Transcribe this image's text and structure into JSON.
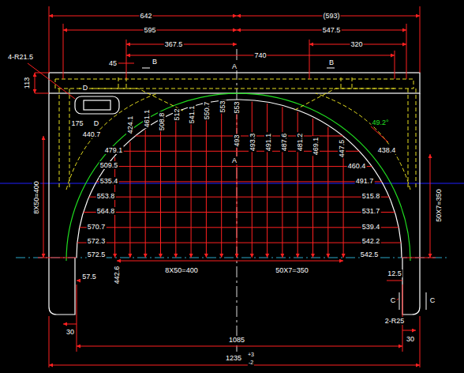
{
  "diagram": {
    "labels": [
      "642",
      "(593)",
      "595",
      "547.5",
      "367.5",
      "320",
      "740",
      "45",
      "B",
      "A",
      "B",
      "4-R21.5",
      "113",
      "D",
      "D",
      "175",
      "A",
      "440.7",
      "479.1",
      "509.5",
      "535.4",
      "553.8",
      "564.8",
      "570.7",
      "572.3",
      "572.5",
      "8X50=400",
      "57.5",
      "442.6",
      "8X50=400",
      "50X7=350",
      "30",
      "1085",
      "1235",
      "+3",
      "-2",
      "30",
      "2-R25",
      "C",
      "C",
      "12.5",
      "50X7=350",
      "49.2°",
      "438.4",
      "460.4",
      "491.7",
      "515.8",
      "531.7",
      "539.4",
      "542.2",
      "542.5",
      "424.1",
      "461.1",
      "508.8",
      "512",
      "541.1",
      "550.7",
      "553",
      "553",
      "493",
      "493.3",
      "491.1",
      "487.6",
      "481.2",
      "469.1",
      "447.5"
    ]
  }
}
